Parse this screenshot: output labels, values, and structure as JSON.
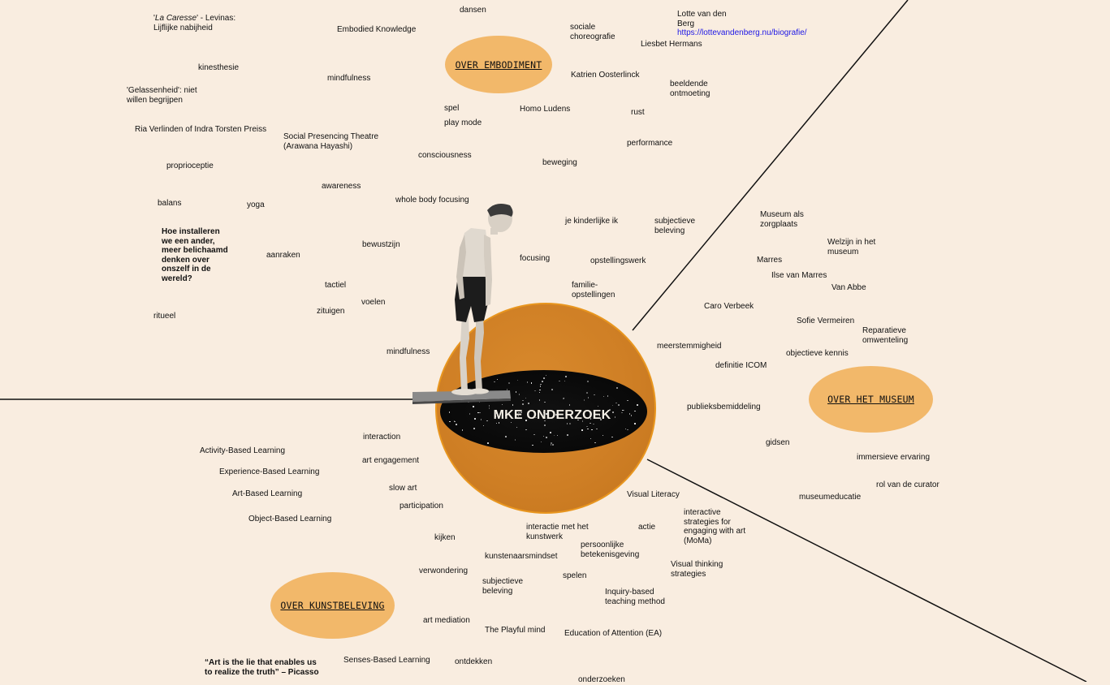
{
  "hubs": {
    "core": "MKE ONDERZOEK",
    "embodiment": "OVER EMBODIMENT",
    "museum": "OVER HET MUSEUM",
    "kunstbeleving": "OVER KUNSTBELEVING"
  },
  "embodiment_terms": {
    "caresse_title": "La Caresse",
    "caresse_rest": "' - Levinas:",
    "lijflijke": "Lijflijke nabijheid",
    "embodied_knowledge": "Embodied Knowledge",
    "dansen": "dansen",
    "sociale_choreografie": "sociale choreografie",
    "lotte_name": "Lotte van den Berg",
    "lotte_url": "https://lottevandenberg.nu/biografie/",
    "liesbet": "Liesbet Hermans",
    "kinesthesie": "kinesthesie",
    "mindfulness_top": "mindfulness",
    "gelassenheid": "'Gelassenheid': niet willen begrijpen",
    "katrien": "Katrien Oosterlinck",
    "beeldende": "beeldende ontmoeting",
    "spel": "spel",
    "homo_ludens": "Homo Ludens",
    "rust": "rust",
    "play_mode": "play mode",
    "ria": "Ria Verlinden of Indra Torsten Preiss",
    "social_presencing": "Social Presencing Theatre (Arawana Hayashi)",
    "performance": "performance",
    "consciousness": "consciousness",
    "beweging": "beweging",
    "proprioceptie": "proprioceptie",
    "awareness": "awareness",
    "balans": "balans",
    "yoga": "yoga",
    "whole_body": "whole body focusing",
    "kinderlijke": "je kinderlijke ik",
    "subjectieve_top": "subjectieve beleving",
    "question": "Hoe installeren we een ander, meer belichaamd denken over onszelf in de wereld?",
    "bewustzijn": "bewustzijn",
    "aanraken": "aanraken",
    "focusing": "focusing",
    "opstellingswerk": "opstellingswerk",
    "tactiel": "tactiel",
    "familie": "familie-opstellingen",
    "voelen": "voelen",
    "zituigen": "zituigen",
    "ritueel": "ritueel",
    "mindfulness_mid": "mindfulness"
  },
  "museum_terms": {
    "museum_zorg": "Museum als zorgplaats",
    "welzijn": "Welzijn in het museum",
    "marres": "Marres",
    "ilse": "Ilse van Marres",
    "van_abbe": "Van Abbe",
    "caro": "Caro Verbeek",
    "sofie": "Sofie Vermeiren",
    "reparatieve": "Reparatieve omwenteling",
    "meerstemmigheid": "meerstemmigheid",
    "objectieve": "objectieve kennis",
    "icom": "definitie ICOM",
    "publieks": "publieksbemiddeling",
    "gidsen": "gidsen",
    "immersieve": "immersieve ervaring",
    "curator": "rol van de curator",
    "museumeducatie": "museumeducatie"
  },
  "kunst_terms": {
    "interaction": "interaction",
    "activity": "Activity-Based Learning",
    "art_engagement": "art engagement",
    "experience": "Experience-Based Learning",
    "art_based": "Art-Based Learning",
    "slow_art": "slow art",
    "visual_literacy": "Visual Literacy",
    "participation": "participation",
    "object_based": "Object-Based Learning",
    "interactive_strategies": "interactive strategies for engaging with art (MoMa)",
    "interactie": "interactie met het kunstwerk",
    "actie": "actie",
    "kijken": "kijken",
    "persoonlijke": "persoonlijke betekenisgeving",
    "kunstenaarsmindset": "kunstenaarsmindset",
    "vts": "Visual thinking strategies",
    "verwondering": "verwondering",
    "spelen": "spelen",
    "subjectieve_bottom": "subjectieve beleving",
    "inquiry": "Inquiry-based teaching method",
    "art_mediation": "art mediation",
    "playful": "The Playful mind",
    "education_attention": "Education of Attention (EA)",
    "quote": "“Art is the lie that enables us to realize the truth” – Picasso",
    "senses": "Senses-Based Learning",
    "ontdekken": "ontdekken",
    "onderzoeken": "onderzoeken"
  }
}
